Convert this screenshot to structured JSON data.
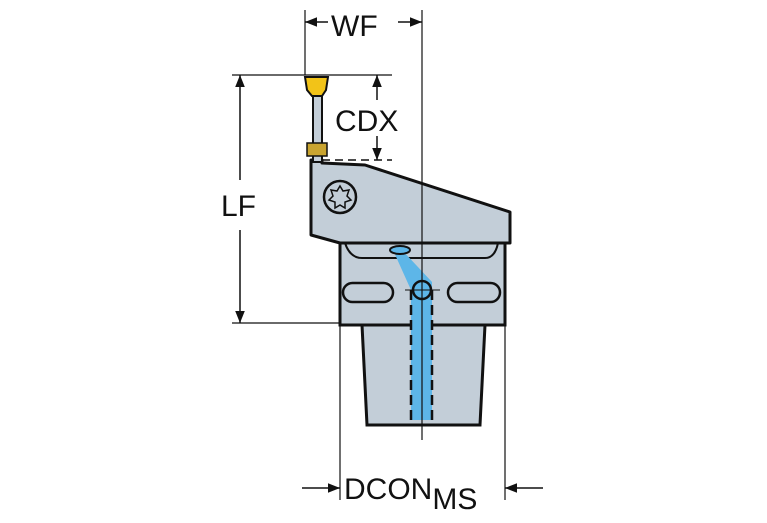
{
  "diagram": {
    "title": "Tool holder dimension drawing",
    "dimensions": {
      "wf": "WF",
      "cdx": "CDX",
      "lf": "LF",
      "dcon": "DCON",
      "dcon_sub": "MS"
    },
    "colors": {
      "body": "#c3ced8",
      "coolant": "#5db6e8",
      "insert": "#f2c318",
      "line": "#111111"
    }
  }
}
